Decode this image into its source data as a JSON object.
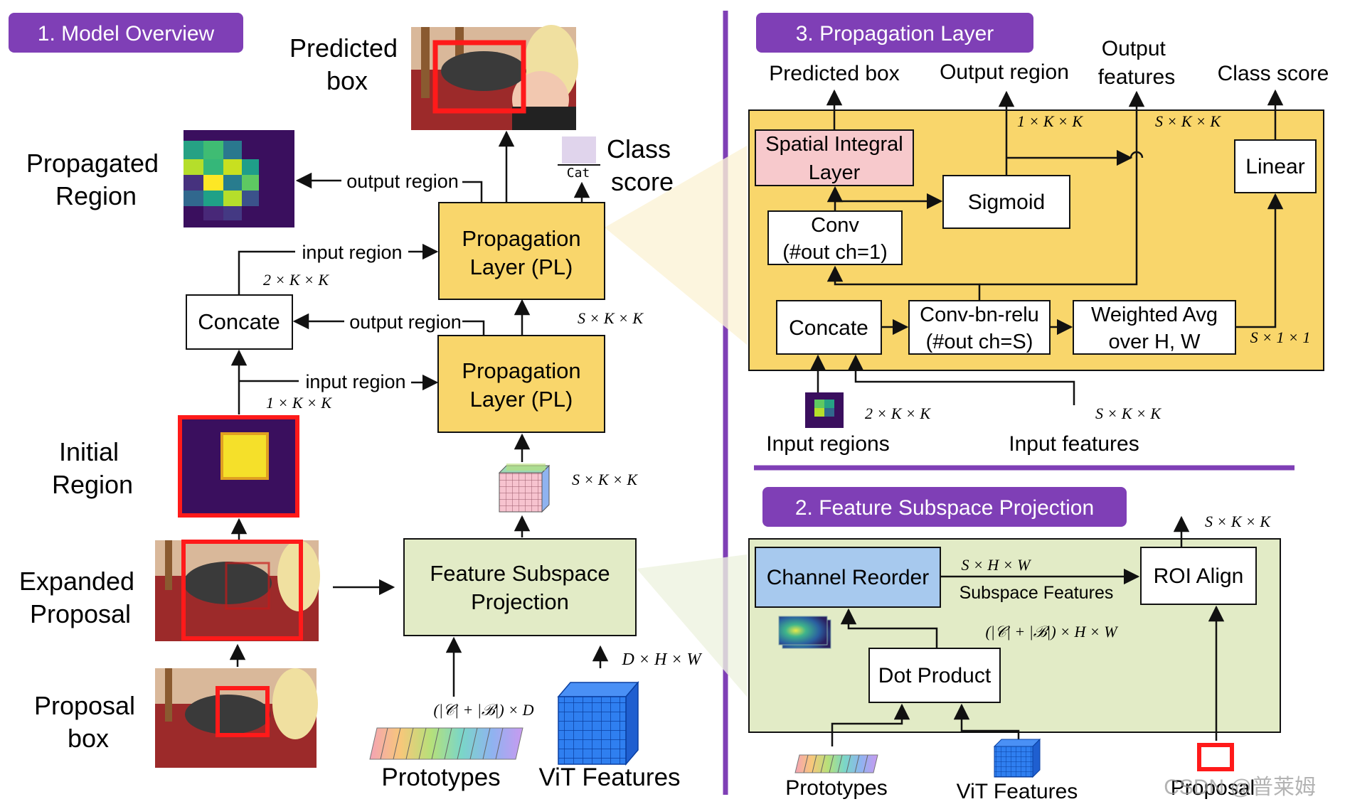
{
  "sections": {
    "overview": "1. Model Overview",
    "propagation": "3. Propagation Layer",
    "projection": "2. Feature Subspace Projection"
  },
  "overview": {
    "predicted_box": [
      "Predicted",
      "box"
    ],
    "class_score": [
      "Class",
      "score"
    ],
    "cat_label": "Cat",
    "propagated_region": [
      "Propagated",
      "Region"
    ],
    "initial_region": [
      "Initial",
      "Region"
    ],
    "expanded_proposal": [
      "Expanded",
      "Proposal"
    ],
    "proposal_box": [
      "Proposal",
      "box"
    ],
    "pl_label": [
      "Propagation",
      "Layer (PL)"
    ],
    "concate": "Concate",
    "fsp": [
      "Feature Subspace",
      "Projection"
    ],
    "output_region": "output region",
    "input_region": "input region",
    "dim_2kk": "2 × K × K",
    "dim_1kk": "1 × K × K",
    "dim_skk": "S × K × K",
    "dim_cbd": "(|𝒞| + |ℬ|) × D",
    "dim_dhw": "D × H × W",
    "prototypes": "Prototypes",
    "vit_features": "ViT Features"
  },
  "propagation": {
    "predicted_box": "Predicted box",
    "output_region": "Output region",
    "output_features": [
      "Output",
      "features"
    ],
    "class_score": "Class score",
    "spatial_integral": [
      "Spatial Integral",
      "Layer"
    ],
    "sigmoid": "Sigmoid",
    "linear": "Linear",
    "conv": [
      "Conv",
      "(#out ch=1)"
    ],
    "concate": "Concate",
    "conv_bn_relu": [
      "Conv-bn-relu",
      "(#out ch=S)"
    ],
    "weighted_avg": [
      "Weighted Avg",
      "over H, W"
    ],
    "dim_1kk": "1 × K × K",
    "dim_skk": "S × K × K",
    "dim_s11": "S × 1 × 1",
    "dim_2kk": "2 × K × K",
    "dim_skk_in": "S × K × K",
    "input_regions": "Input regions",
    "input_features": "Input features"
  },
  "projection": {
    "channel_reorder": "Channel Reorder",
    "roi_align": "ROI Align",
    "dot_product": "Dot Product",
    "dim_shw": "S × H × W",
    "subspace_features": "Subspace Features",
    "dim_cbhw": "(|𝒞| + |ℬ|) × H × W",
    "dim_skk": "S × K × K",
    "prototypes": "Prototypes",
    "vit_features": "ViT Features",
    "proposal": "Proposal"
  },
  "watermark": "CSDN @普莱姆",
  "colors": {
    "section_purple": "#7f3fb6",
    "yellow_box": "#f9d66b",
    "pink_box": "#f7c9cc",
    "green_box": "#e2ebc6",
    "blue_box": "#a7c9ee",
    "red": "#ff1a1a"
  }
}
